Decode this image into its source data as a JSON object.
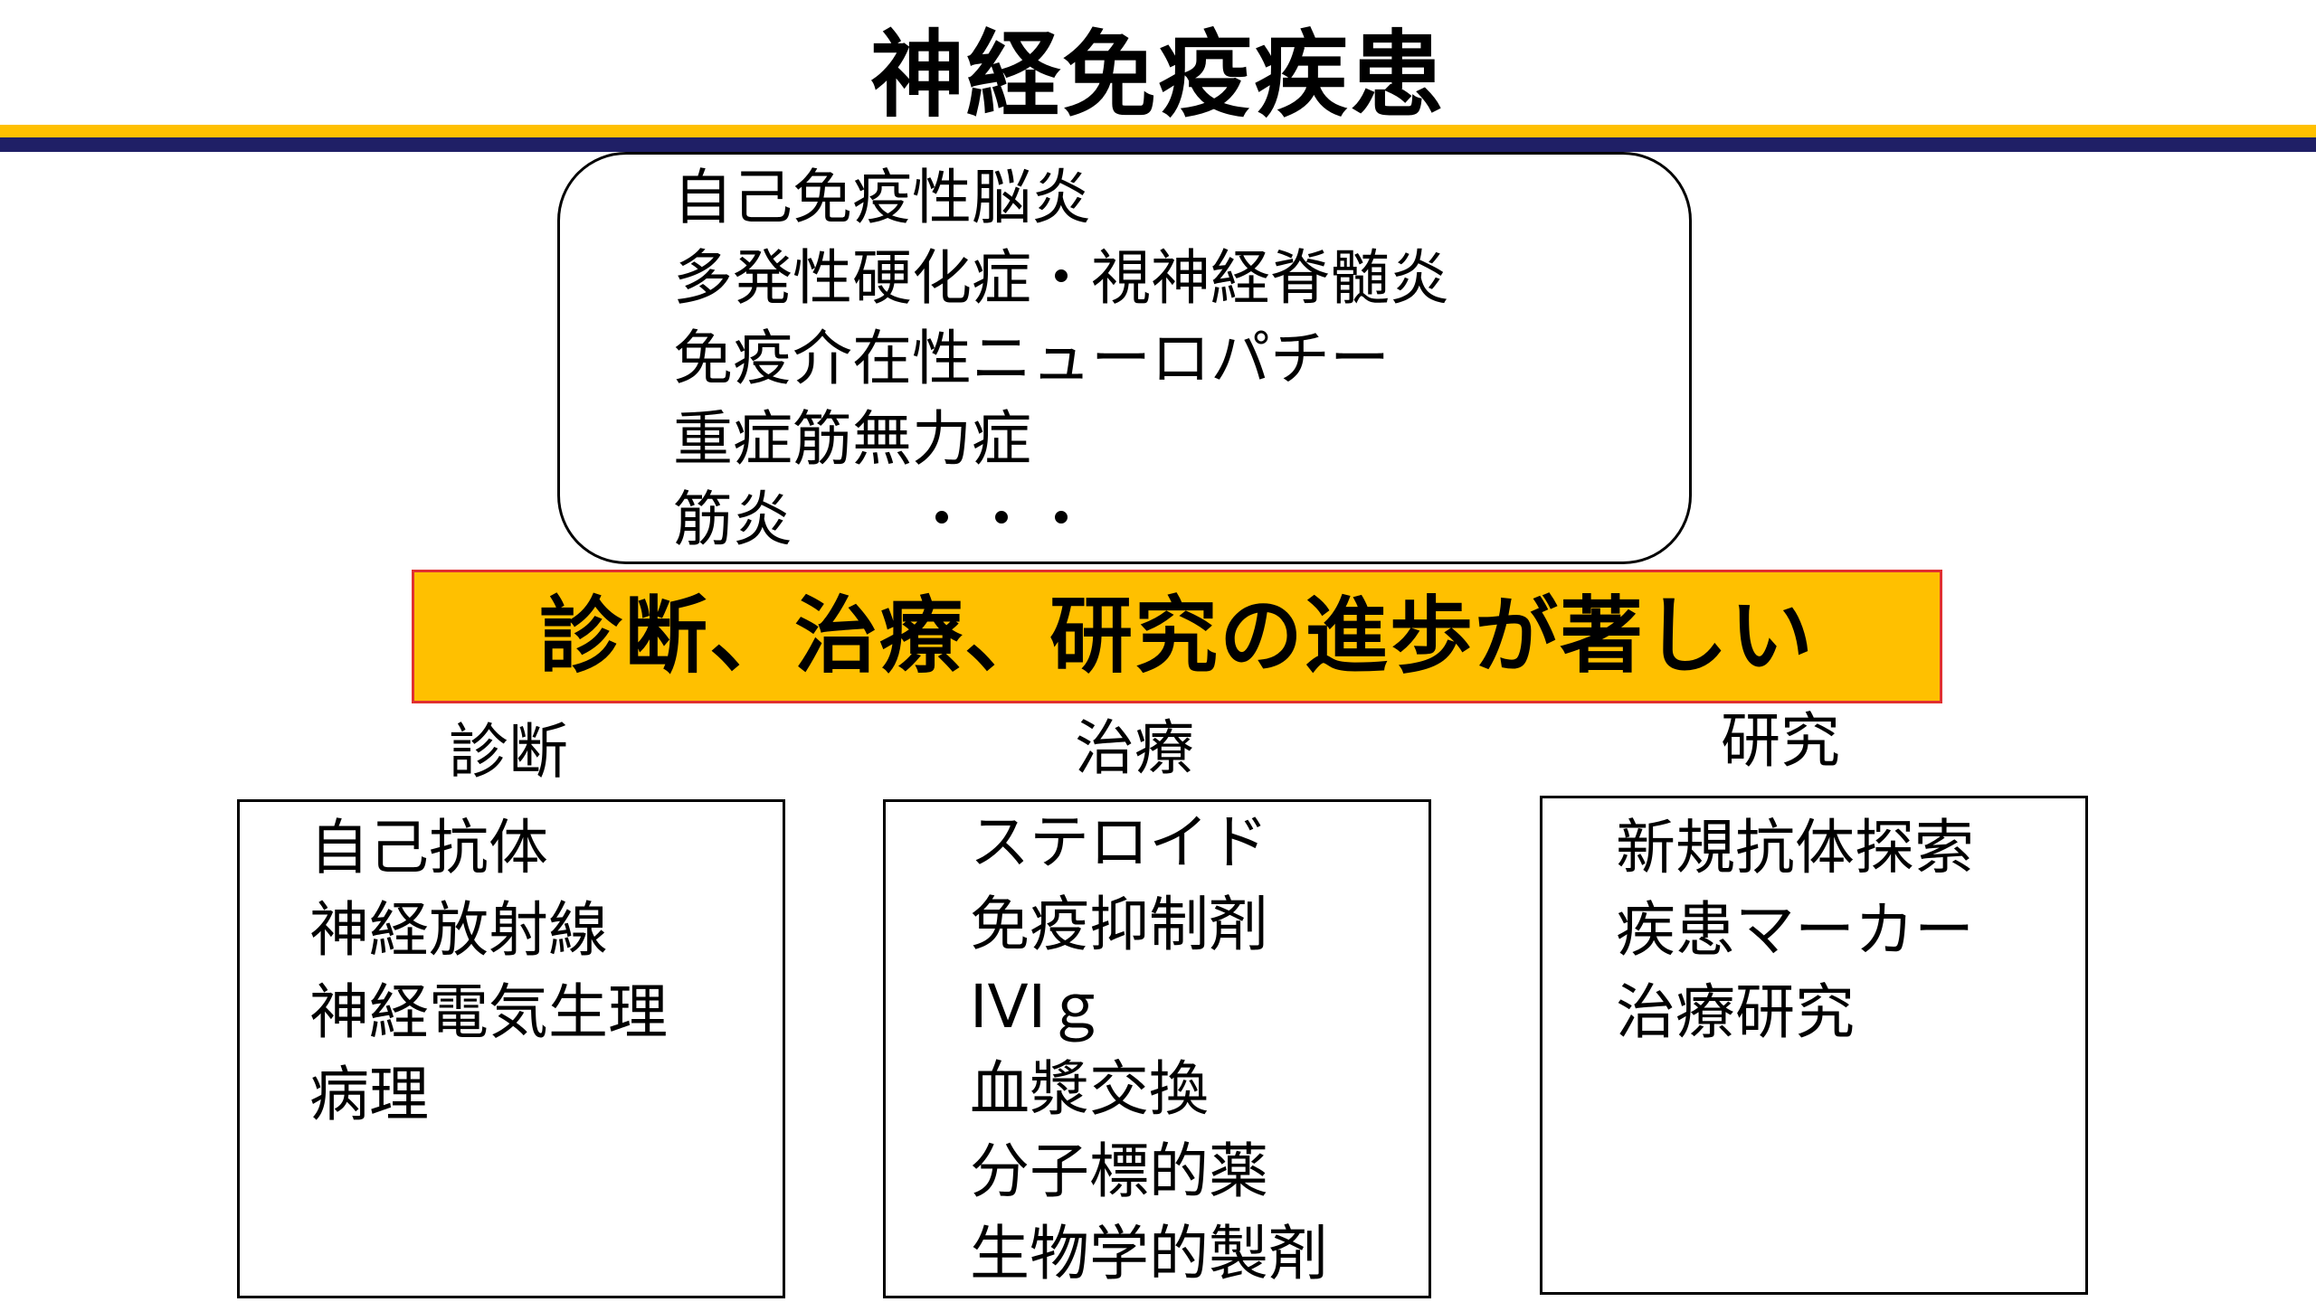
{
  "title": "神経免疫疾患",
  "colors": {
    "gold": "#FFC000",
    "navy": "#1F1F66",
    "banner_border": "#E03030"
  },
  "diseases": [
    "自己免疫性脳炎",
    "多発性硬化症・視神経脊髄炎",
    "免疫介在性ニューロパチー",
    "重症筋無力症",
    "筋炎　　・・・"
  ],
  "banner": "診断、治療、研究の進歩が著しい",
  "columns": [
    {
      "heading": "診断",
      "items": [
        "自己抗体",
        "神経放射線",
        "神経電気生理",
        "病理"
      ]
    },
    {
      "heading": "治療",
      "items": [
        "ステロイド",
        "免疫抑制剤",
        "IVIｇ",
        "血漿交換",
        "分子標的薬",
        "生物学的製剤"
      ]
    },
    {
      "heading": "研究",
      "items": [
        "新規抗体探索",
        "疾患マーカー",
        "治療研究"
      ]
    }
  ]
}
